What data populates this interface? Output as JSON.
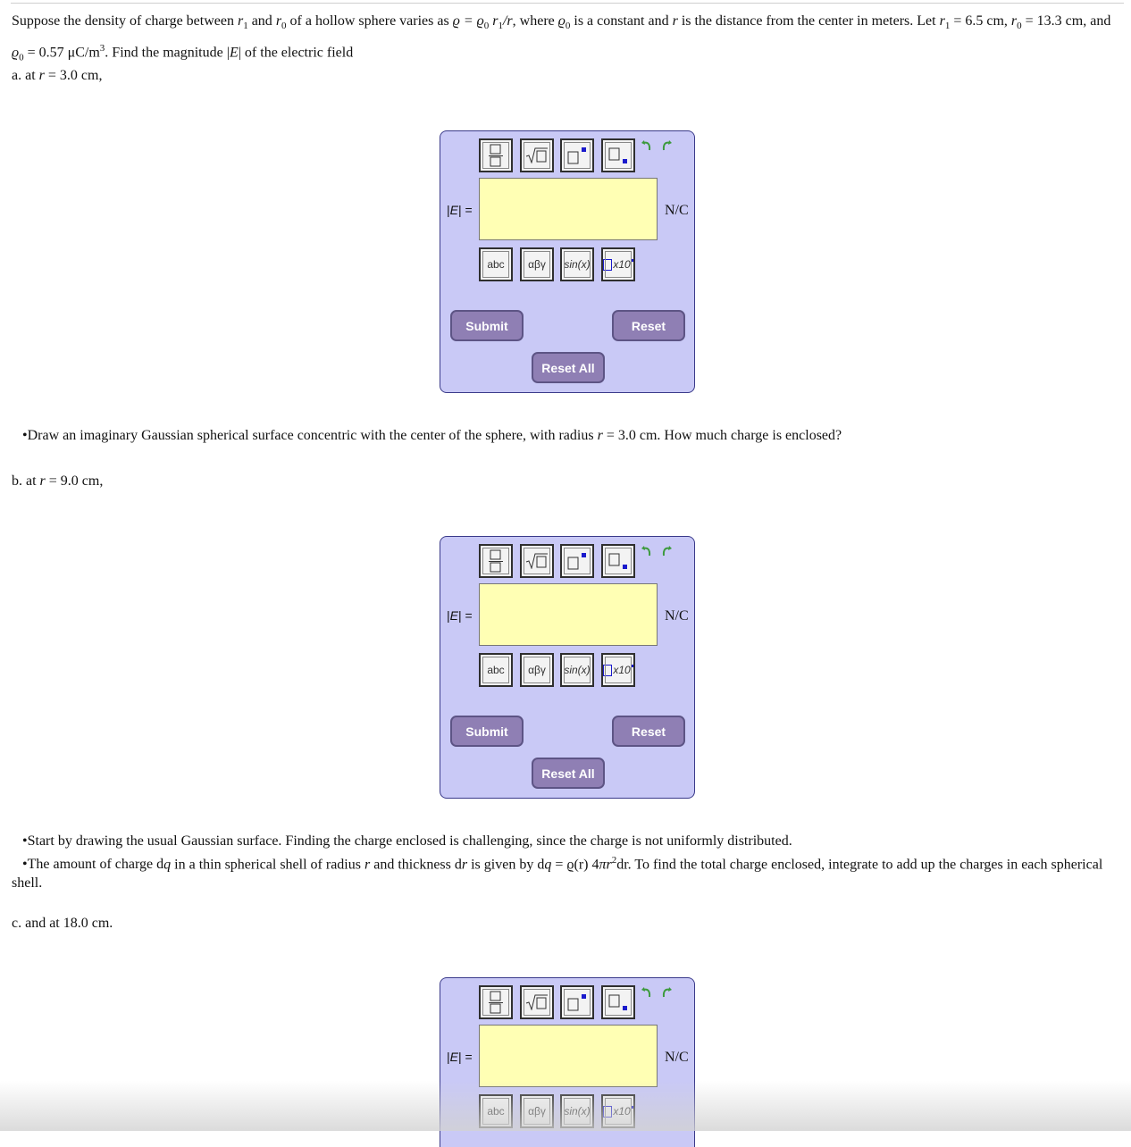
{
  "problem": {
    "intro": "Suppose the density of charge between",
    "r1": "r",
    "r1_sub": "1",
    "and": "and",
    "r0": "r",
    "r0_sub": "0",
    "mid": "of a hollow sphere varies as",
    "formula": "ϱ = ϱ",
    "formula_sub": "0",
    "formula2": "r",
    "formula2_sub": "1",
    "formula3": "/r",
    "where": ", where",
    "rho0": "ϱ",
    "rho0_sub": "0",
    "desc": "is a constant and",
    "r": "r",
    "desc2": "is the distance from the center in meters. Let",
    "let_r1": "r",
    "let_r1_sub": "1",
    "let_r1_val": "= 6.5 cm,",
    "let_r0": "r",
    "let_r0_sub": "0",
    "let_r0_val": "= 13.3 cm, and",
    "rho_val": "ϱ",
    "rho_val_sub": "0",
    "rho_val_text": "= 0.57 μC/m",
    "rho_val_exp": "3",
    "find": ". Find the magnitude |",
    "E": "E",
    "find2": "| of the electric field"
  },
  "parts": [
    {
      "label_prefix": "a. at",
      "var": "r",
      "label_suffix": "= 3.0 cm,"
    },
    {
      "label_prefix": "b. at",
      "var": "r",
      "label_suffix": "= 9.0 cm,"
    },
    {
      "label_prefix": "c. and at 18.0 cm.",
      "var": "",
      "label_suffix": ""
    }
  ],
  "hints": {
    "a": {
      "text1": "•Draw an imaginary Gaussian spherical surface concentric with the center of the sphere, with radius",
      "var": "r",
      "text2": "= 3.0 cm. How much charge is enclosed?"
    },
    "b1": "•Start by drawing the usual Gaussian surface. Finding the charge enclosed is challenging, since the charge is not uniformly distributed.",
    "b2": {
      "t1": "•The amount of charge d",
      "q": "q",
      "t2": "in a thin spherical shell of radius",
      "r": "r",
      "t3": "and thickness d",
      "r2": "r",
      "t4": "is given by d",
      "q2": "q",
      "t5": "= ϱ(r) 4",
      "pi": "πr",
      "exp": "2",
      "t6": "dr. To find the total charge enclosed, integrate to add up the charges in each spherical shell."
    }
  },
  "widget": {
    "label_bar": "|",
    "label_E": "E",
    "label_eq": "| =",
    "unit": "N/C",
    "abc": "abc",
    "greek": "αβγ",
    "sin": "sin(x)",
    "sci": "x10",
    "submit": "Submit",
    "reset": "Reset",
    "reset_all": "Reset All"
  },
  "colors": {
    "frame_bg": "#c9c9f6",
    "answer_bg": "#ffffb4",
    "button": "#8f7fb4",
    "undo_green": "#3c9a3c"
  }
}
